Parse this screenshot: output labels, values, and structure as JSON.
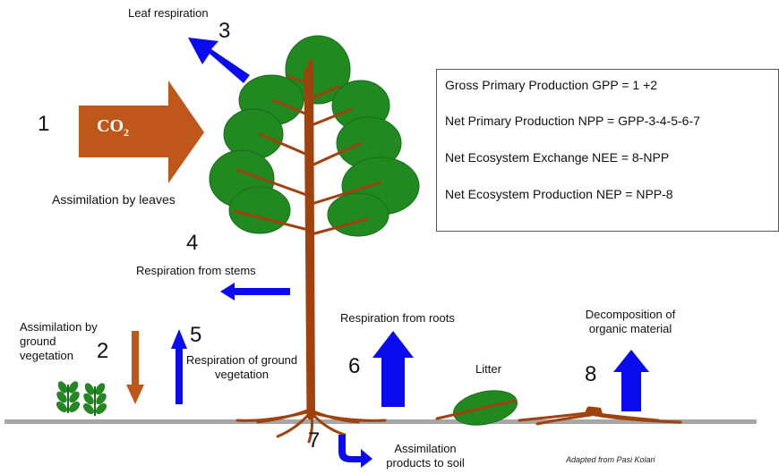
{
  "labels": {
    "leaf_respiration": "Leaf respiration",
    "assimilation_by_leaves": "Assimilation by leaves",
    "respiration_from_stems": "Respiration from stems",
    "assimilation_ground_vegetation": "Assimilation by ground vegetation",
    "respiration_ground_vegetation": "Respiration of ground vegetation",
    "respiration_from_roots": "Respiration from roots",
    "litter": "Litter",
    "decomposition": "Decomposition of organic material",
    "assimilation_products_to_soil": "Assimilation products to soil"
  },
  "numbers": {
    "n1": "1",
    "n2": "2",
    "n3": "3",
    "n4": "4",
    "n5": "5",
    "n6": "6",
    "n7": "7",
    "n8": "8"
  },
  "co2": {
    "main": "CO",
    "sub": "2"
  },
  "formulas": [
    "Gross Primary Production GPP = 1 +2",
    "Net Primary Production NPP = GPP-3-4-5-6-7",
    "Net Ecosystem Exchange NEE = 8-NPP",
    "Net Ecosystem Production NEP = NPP-8"
  ],
  "credit": "Adapted from Pasi Kolari",
  "colors": {
    "trunk": "#a0410e",
    "foliage": "#208a20",
    "arrow_blue": "#0b0bf0",
    "arrow_orange": "#c0571a",
    "ground": "#a6a6a6"
  }
}
